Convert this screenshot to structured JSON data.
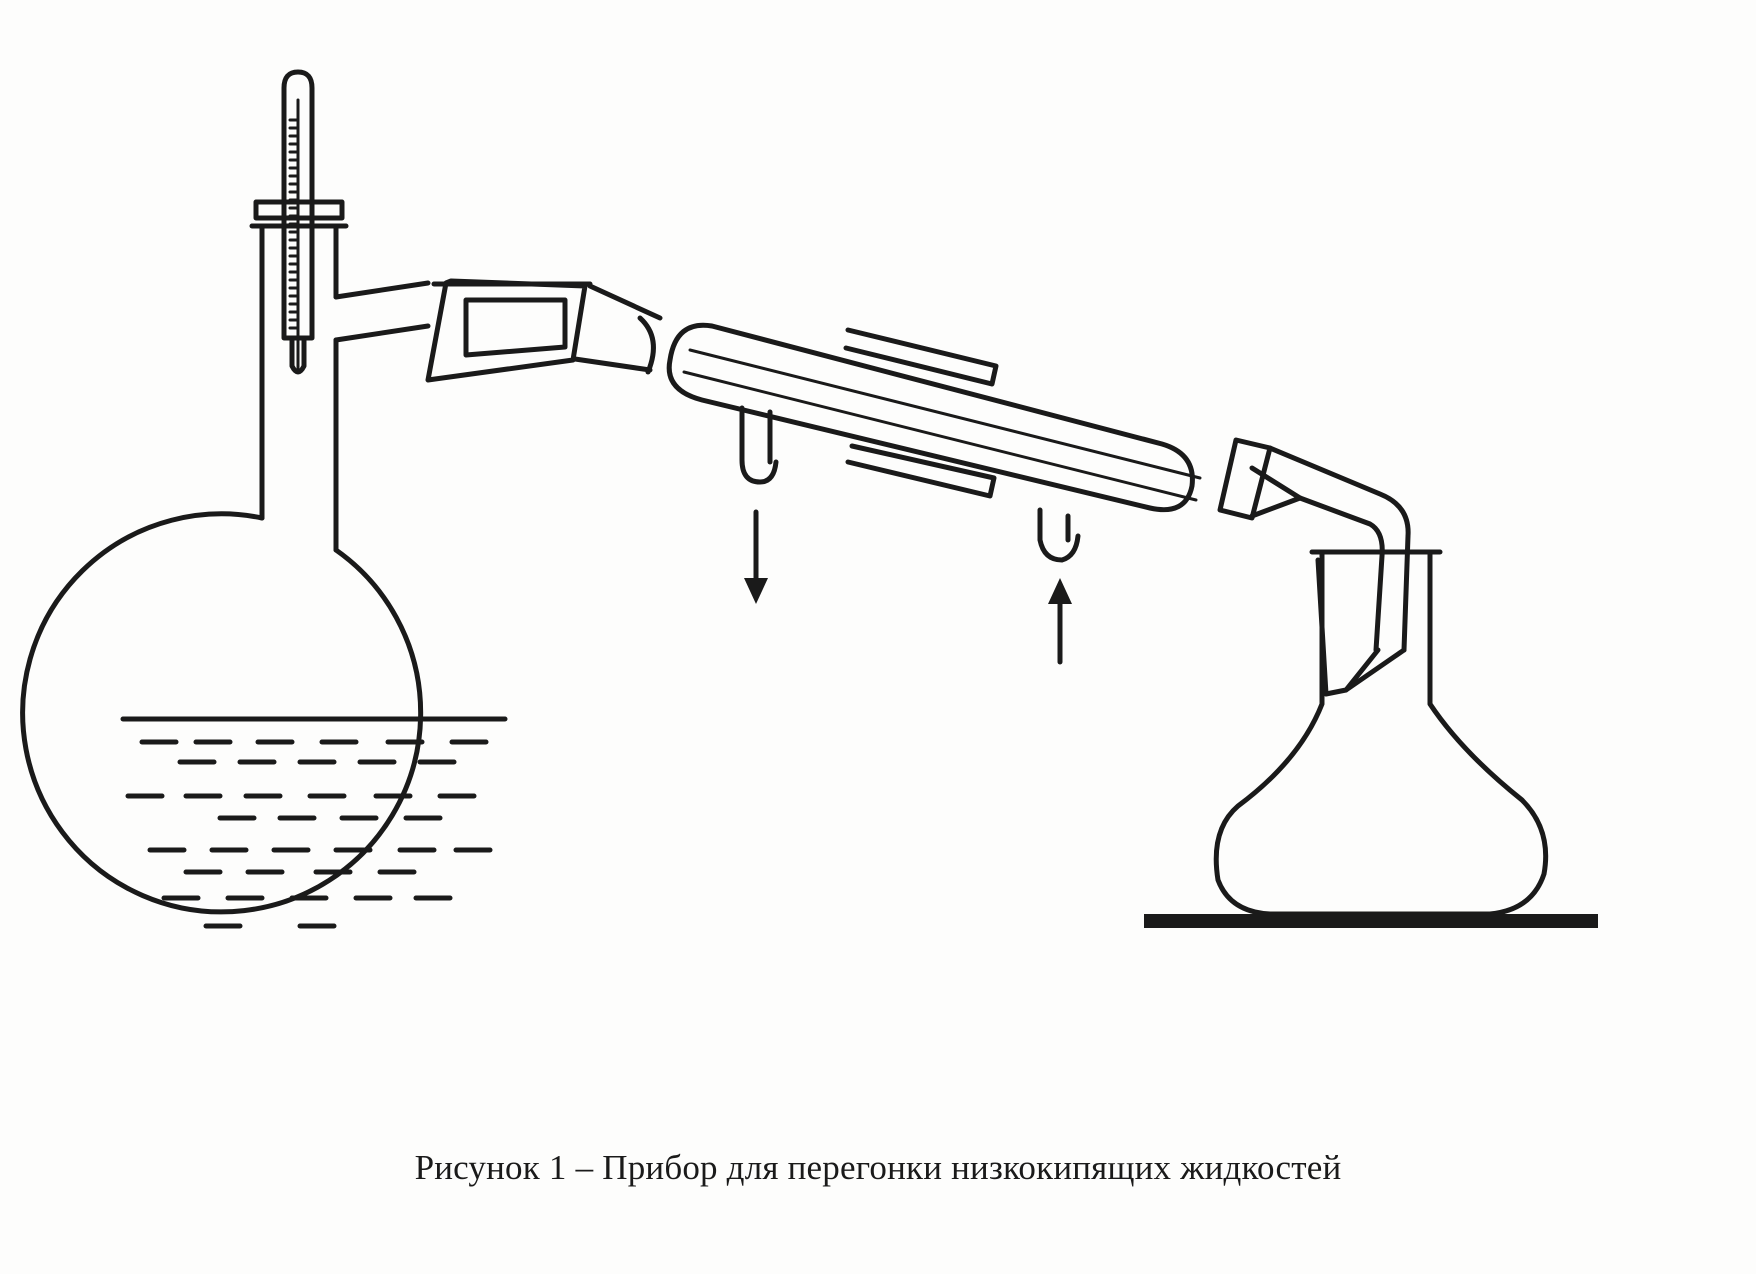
{
  "figure": {
    "caption": "Рисунок 1 – Прибор для перегонки низкокипящих жидкостей",
    "components": [
      "distillation-flask",
      "thermometer",
      "side-arm-adapter",
      "liebig-condenser",
      "water-outlet",
      "water-inlet",
      "allonge-adapter",
      "receiving-conical-flask",
      "bench-surface"
    ],
    "flow_arrows": [
      {
        "name": "water-outlet-arrow",
        "direction": "down"
      },
      {
        "name": "water-inlet-arrow",
        "direction": "up"
      }
    ],
    "colors": {
      "ink": "#1a1a1a",
      "paper": "#fdfdfc"
    }
  }
}
